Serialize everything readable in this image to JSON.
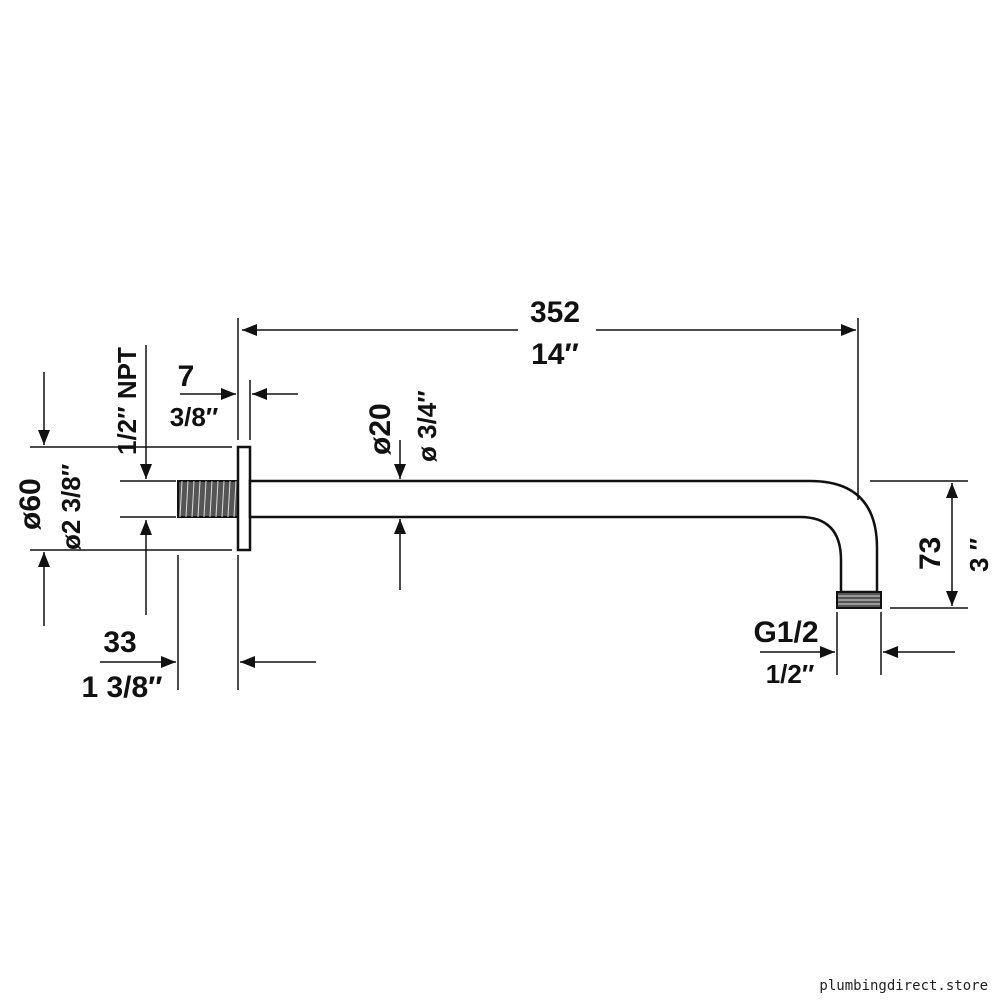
{
  "dimensions": {
    "length_mm": "352",
    "length_in": "14″",
    "flange_thickness_mm": "7",
    "flange_thickness_in": "3/8″",
    "thread_npt": "1/2″ NPT",
    "flange_diameter_mm": "ø60",
    "flange_diameter_in": "ø2 3/8″",
    "pipe_diameter_mm": "ø20",
    "pipe_diameter_in": "ø 3/4″",
    "thread_length_mm": "33",
    "thread_length_in": "1 3/8″",
    "drop_height_mm": "73",
    "drop_height_in": "3 ″",
    "outlet_thread_g": "G1/2",
    "outlet_thread_in": "1/2″"
  },
  "watermark": "plumbingdirect.store"
}
